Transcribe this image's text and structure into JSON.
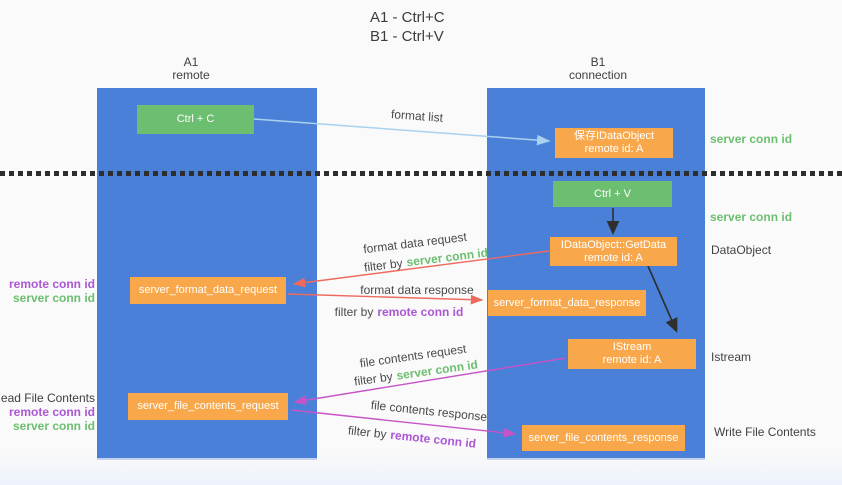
{
  "title": {
    "line1": "A1 - Ctrl+C",
    "line2": "B1 - Ctrl+V"
  },
  "columns": {
    "a1": {
      "name": "A1",
      "subtitle": "remote"
    },
    "b1": {
      "name": "B1",
      "subtitle": "connection"
    }
  },
  "boxes": {
    "ctrl_c": {
      "label": "Ctrl + C"
    },
    "save_idataobject": {
      "line1": "保存IDataObject",
      "line2": "remote id: A"
    },
    "ctrl_v": {
      "label": "Ctrl + V"
    },
    "getdata": {
      "line1": "IDataObject::GetData",
      "line2": "remote id: A"
    },
    "server_format_data_request": {
      "label": "server_format_data_request"
    },
    "server_format_data_response": {
      "label": "server_format_data_response"
    },
    "istream": {
      "line1": "IStream",
      "line2": "remote id: A"
    },
    "server_file_contents_request": {
      "label": "server_file_contents_request"
    },
    "server_file_contents_response": {
      "label": "server_file_contents_response"
    }
  },
  "arrow_labels": {
    "format_list": "format list",
    "format_data_request": "format data request",
    "format_data_response": "format data response",
    "file_contents_request": "file contents request",
    "file_contents_response": "file contents response",
    "filter_by": "filter by",
    "server_conn_id": "server conn id",
    "remote_conn_id": "remote conn id"
  },
  "side_labels": {
    "server_conn_id_top": "server conn id",
    "server_conn_id_mid": "server conn id",
    "dataobject": "DataObject",
    "istream": "Istream",
    "write_file_contents": "Write File Contents",
    "read_file_contents": "Read File Contents",
    "remote_conn_id": "remote conn id",
    "server_conn_id": "server conn id"
  },
  "colors": {
    "column_blue": "#4a80d8",
    "box_green": "#6cbf70",
    "box_orange": "#f8a84b",
    "arrow_red": "#ef6a5e",
    "arrow_magenta": "#c654c8",
    "arrow_lightblue": "#a9d2ef",
    "arrow_black": "#2e2e2e",
    "text_green": "#6cbf70",
    "text_purple": "#ab57d4",
    "text_dark": "#3f3f3f"
  }
}
